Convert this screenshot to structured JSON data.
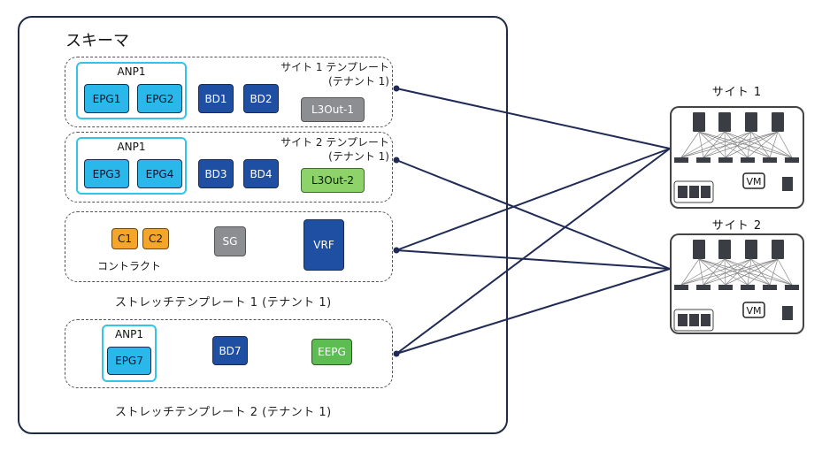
{
  "schema": {
    "title": "スキーマ"
  },
  "templates": [
    {
      "label_line1": "サイト 1 テンプレート",
      "label_line2": "(テナント 1)"
    },
    {
      "label_line1": "サイト 2 テンプレート",
      "label_line2": "(テナント 1)"
    },
    {
      "caption": "ストレッチテンプレート 1 (テナント 1)"
    },
    {
      "caption": "ストレッチテンプレート 2 (テナント 1)"
    }
  ],
  "t1": {
    "anp": "ANP1",
    "epg_a": "EPG1",
    "epg_b": "EPG2",
    "bd_a": "BD1",
    "bd_b": "BD2",
    "l3out": "L3Out-1"
  },
  "t2": {
    "anp": "ANP1",
    "epg_a": "EPG3",
    "epg_b": "EPG4",
    "bd_a": "BD3",
    "bd_b": "BD4",
    "l3out": "L3Out-2"
  },
  "t3": {
    "c1": "C1",
    "c2": "C2",
    "contract_label": "コントラクト",
    "sg": "SG",
    "vrf": "VRF"
  },
  "t4": {
    "anp": "ANP1",
    "epg": "EPG7",
    "bd": "BD7",
    "eepg": "EEPG"
  },
  "sites": [
    {
      "title": "サイト 1",
      "vm": "VM"
    },
    {
      "title": "サイト 2",
      "vm": "VM"
    }
  ],
  "colors": {
    "connector": "#1f2a55",
    "epg": "#2ab8ea",
    "bd": "#1e4fa3",
    "anp_border": "#35c3e8",
    "contract": "#f4a52a",
    "eepg": "#5ebd52"
  }
}
